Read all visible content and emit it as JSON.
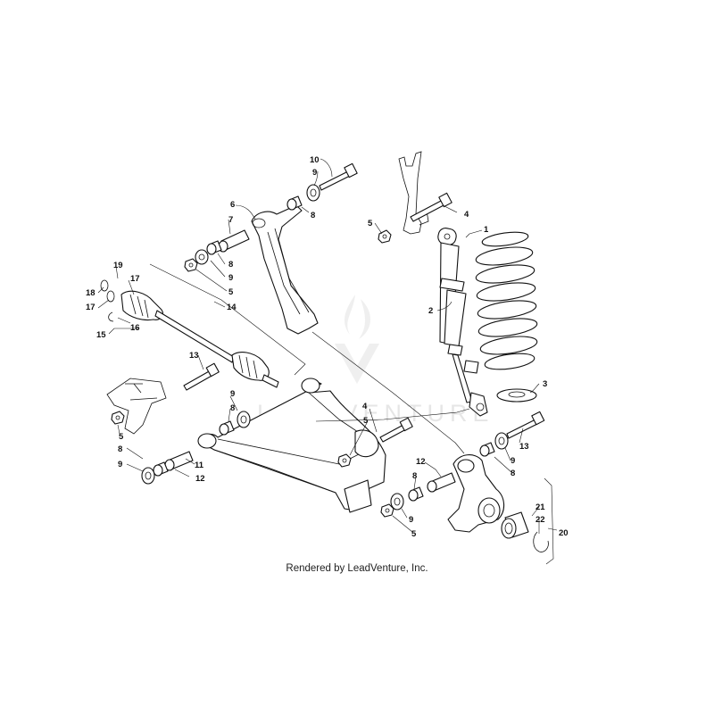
{
  "caption": "Rendered by LeadVenture, Inc.",
  "watermark": "LEADVENTURE",
  "callouts": [
    "1",
    "2",
    "3",
    "4",
    "5",
    "6",
    "7",
    "8",
    "9",
    "10",
    "11",
    "12",
    "13",
    "14",
    "15",
    "16",
    "17",
    "18",
    "19",
    "20",
    "21",
    "22"
  ],
  "colors": {
    "line": "#111111",
    "watermark": "#c8c8c8",
    "background": "#ffffff"
  }
}
